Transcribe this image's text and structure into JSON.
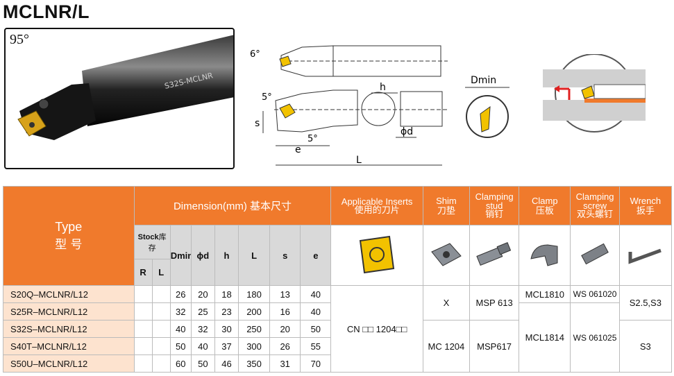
{
  "title": "MCLNR/L",
  "photo": {
    "angle": "95°",
    "tool_marking": "S32S-MCLNR"
  },
  "drawing": {
    "angle_top": "6°",
    "angle_side": "5°",
    "angle_bottom": "5°",
    "dim_h": "h",
    "dim_s": "s",
    "dim_e": "e",
    "dim_d": "ϕd",
    "dim_L": "L",
    "dim_dmin": "Dmin"
  },
  "table": {
    "type_label": "Type",
    "type_label_zh": "型 号",
    "dimension_label": "Dimension(mm) 基本尺寸",
    "stock_label": "Stock",
    "stock_label_zh": "库存",
    "stock_r": "R",
    "stock_l": "L",
    "columns": [
      "Dmin",
      "ϕd",
      "h",
      "L",
      "s",
      "e"
    ],
    "accessories": [
      {
        "en": "Applicable Inserts",
        "zh": "使用的刀片"
      },
      {
        "en": "Shim",
        "zh": "刀垫"
      },
      {
        "en": "Clamping stud",
        "zh": "销钉"
      },
      {
        "en": "Clamp",
        "zh": "压板"
      },
      {
        "en": "Clamping screw",
        "zh": "双头螺钉"
      },
      {
        "en": "Wrench",
        "zh": "扳手"
      }
    ],
    "rows": [
      {
        "type": "S20Q–MCLNR/L12",
        "dmin": "26",
        "d": "20",
        "h": "18",
        "L": "180",
        "s": "13",
        "e": "40"
      },
      {
        "type": "S25R–MCLNR/L12",
        "dmin": "32",
        "d": "25",
        "h": "23",
        "L": "200",
        "s": "16",
        "e": "40"
      },
      {
        "type": "S32S–MCLNR/L12",
        "dmin": "40",
        "d": "32",
        "h": "30",
        "L": "250",
        "s": "20",
        "e": "50"
      },
      {
        "type": "S40T–MCLNR/L12",
        "dmin": "50",
        "d": "40",
        "h": "37",
        "L": "300",
        "s": "26",
        "e": "55"
      },
      {
        "type": "S50U–MCLNR/L12",
        "dmin": "60",
        "d": "50",
        "h": "46",
        "L": "350",
        "s": "31",
        "e": "70"
      }
    ],
    "insert": "CN □□ 1204□□",
    "shim_a": "X",
    "shim_b": "MC 1204",
    "stud_a": "MSP 613",
    "stud_b": "MSP617",
    "clamp_a": "MCL1810",
    "clamp_b": "MCL1814",
    "screw_a": "WS 061020",
    "screw_b": "WS 061025",
    "wrench_a": "S2.5,S3",
    "wrench_b": "S3"
  },
  "colors": {
    "header_orange": "#f07a2c",
    "type_bg": "#fde3cf",
    "subheader_grey": "#d9d9d9",
    "insert_yellow": "#f2c200"
  }
}
